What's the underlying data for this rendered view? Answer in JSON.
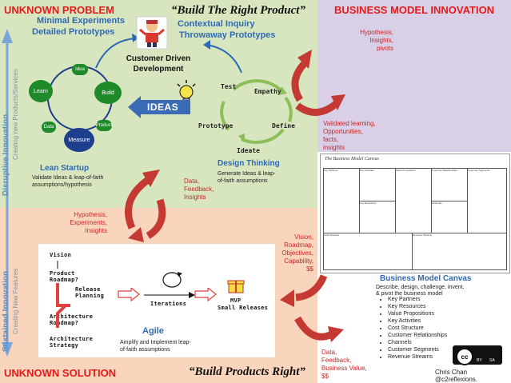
{
  "quadrants": {
    "unknown_problem": "UNKNOWN PROBLEM",
    "build_right_product": "“Build The Right Product”",
    "business_model_innovation": "BUSINESS MODEL INNOVATION",
    "unknown_solution": "UNKNOWN SOLUTION",
    "build_products_right": "“Build Products Right”"
  },
  "side_axis": {
    "disruptive": "Disruptive Innovation",
    "disruptive_sub": "Creating new Products/Services",
    "sustained": "Sustained Innovation",
    "sustained_sub": "Creating New Features"
  },
  "lean": {
    "heading_1": "Minimal Experiments",
    "heading_2": "Detailed Prototypes",
    "nodes": [
      "Idea",
      "Build",
      "Product",
      "Measure",
      "Data",
      "Learn"
    ],
    "title": "Lean Startup",
    "desc_1": "Validate Ideas & leap-of-faith",
    "desc_2": "assumptions/hypothesis"
  },
  "design": {
    "heading_1": "Contextual Inquiry",
    "heading_2": "Throwaway Prototypes",
    "customer_1": "Customer Driven",
    "customer_2": "Development",
    "ideas": "IDEAS",
    "steps": [
      "Test",
      "Empathy",
      "Define",
      "Ideate",
      "Prototype"
    ],
    "title": "Design Thinking",
    "desc_1": "Generate Ideas & leap-",
    "desc_2": "of-faith assumptions"
  },
  "flows": {
    "hypothesis_insights_pivots": [
      "Hypothesis,",
      "Insights,",
      "pivots"
    ],
    "validated": [
      "Validated learning,",
      "Opportunities,",
      "facts,",
      "insights"
    ],
    "data_feedback_insights": [
      "Data,",
      "Feedback,",
      "Insights"
    ],
    "hypothesis_experiments": [
      "Hypothesis,",
      "Experiments,",
      "Insights"
    ],
    "vision_roadmap": [
      "Vision,",
      "Roadmap,",
      "Objectives,",
      "Capability,",
      "$$"
    ],
    "data_feedback_value": [
      "Data,",
      "Feedback,",
      "Business Value,",
      "$$"
    ]
  },
  "bmc": {
    "sheet_title": "The Business Model Canvas",
    "cells": [
      "Key Partners",
      "Key Activities",
      "Value Propositions",
      "Customer Relationships",
      "Customer Segments",
      "Key Resources",
      "Channels",
      "Cost Structure",
      "Revenue Streams"
    ],
    "title": "Business Model Canvas",
    "desc_1": "Describe, design, challenge, invent,",
    "desc_2": "& pivot the business model",
    "items": [
      "Key Partners",
      "Key Resources",
      "Value Propositions",
      "Key Activities",
      "Cost Structure",
      "Customer Relationships",
      "Channels",
      "Customer Segments",
      "Revenue Streams"
    ]
  },
  "agile": {
    "left_steps": [
      "Vision",
      "Product Roadmap?",
      "Architecture Roadmap?",
      "Architecture Strategy"
    ],
    "release": "Release Planning",
    "iterations": "Iterations",
    "mvp_1": "MVP",
    "mvp_2": "Small Releases",
    "title": "Agile",
    "desc_1": "Amplify and Implement leap-",
    "desc_2": "of-faith assumptions"
  },
  "license": {
    "cc": "cc",
    "by": "BY",
    "sa": "SA"
  },
  "credit": "Chris Chan @c2reflexions."
}
